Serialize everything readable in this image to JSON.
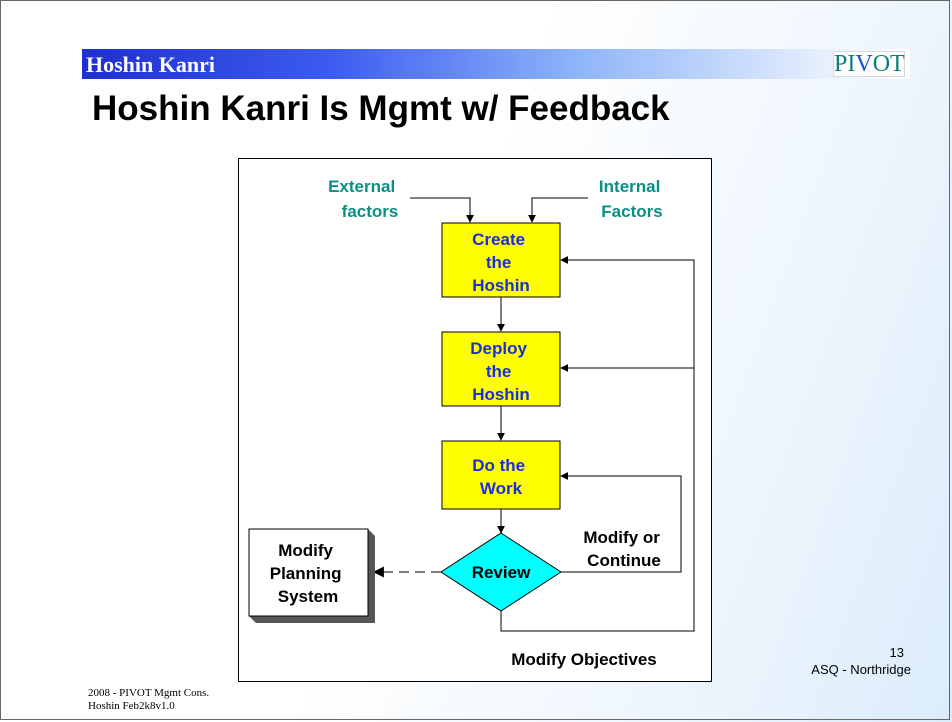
{
  "slide": {
    "header": "Hoshin Kanri",
    "logo": {
      "prefix": "PI",
      "accent": "V",
      "suffix": "OT"
    },
    "title": "Hoshin Kanri Is Mgmt w/ Feedback",
    "page_number": "13",
    "organization": "ASQ - Northridge",
    "footer": {
      "line1": "2008 - PIVOT Mgmt Cons.",
      "line2": "Hoshin Feb2k8v1.0"
    }
  },
  "diagram": {
    "external_factors": [
      "External",
      "factors"
    ],
    "internal_factors": [
      "Internal",
      "Factors"
    ],
    "step_create": [
      "Create",
      "the",
      "Hoshin"
    ],
    "step_deploy": [
      "Deploy",
      "the",
      "Hoshin"
    ],
    "step_work": [
      "Do the",
      "Work"
    ],
    "decision": "Review",
    "modify_or_continue": [
      "Modify or",
      "Continue"
    ],
    "modify_planning": [
      "Modify",
      "Planning",
      "System"
    ],
    "modify_objectives": "Modify Objectives"
  },
  "colors": {
    "step_fill": "#ffff00",
    "decision_fill": "#00ffff",
    "step_text": "#1a2fd8",
    "factor_text": "#0a8f86"
  }
}
